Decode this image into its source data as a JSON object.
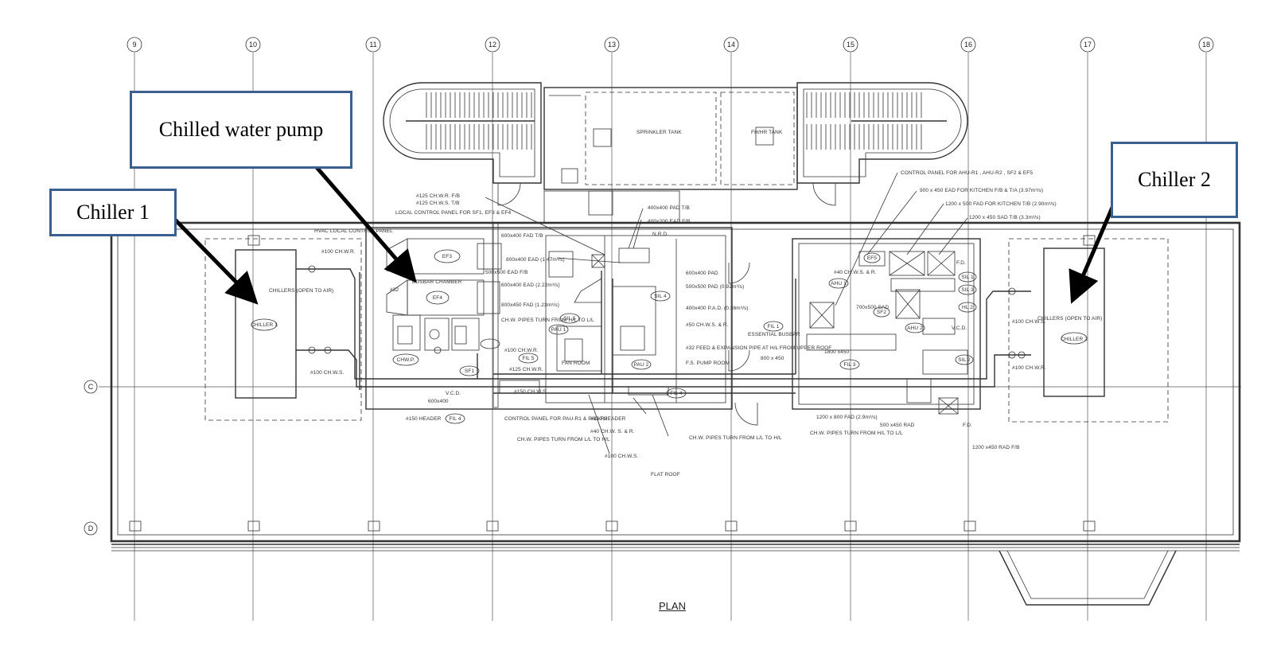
{
  "callouts": {
    "chilled_water_pump": "Chilled water pump",
    "chiller_1": "Chiller 1",
    "chiller_2": "Chiller 2"
  },
  "plan_title": "PLAN",
  "grid_columns": [
    "9",
    "10",
    "11",
    "12",
    "13",
    "14",
    "15",
    "16",
    "17",
    "18"
  ],
  "grid_rows": [
    "C",
    "D"
  ],
  "equipment": {
    "chiller_1": "CHILLER 1",
    "chiller_2": "CHILLER 2",
    "chillers_open_left": "CHILLERS (OPEN TO AIR)",
    "chillers_open_right": "CHILLERS (OPEN TO AIR)",
    "sprinkler_tank": "SPRINKLER TANK",
    "fh_hr_tank": "FH/HR TANK",
    "busbar_chamber": "BUSBAR CHAMBER",
    "fan_room": "FAN ROOM",
    "fs_pump_room": "F.S. PUMP ROOM",
    "flat_roof": "FLAT ROOF",
    "essential_busbar": "ESSENTIAL BUSBAR",
    "hvac_local_panel": "HVAC LOCAL CONTROL PANEL",
    "chwp": "CHW.P.",
    "ef3": "EF3",
    "ef4": "EF4",
    "ef5": "EF5",
    "sf1": "SF1",
    "sf2": "SF2",
    "ahu1": "AHU 1",
    "ahu2": "AHU 2",
    "pau1": "PAU 1",
    "pau2": "PAU 2",
    "fil1": "FIL 1",
    "fil3": "FIL 3",
    "fil4": "FIL 4",
    "fil5": "FIL 5",
    "sil1": "SIL 1",
    "sil2": "SIL 2",
    "sil3": "SIL 3",
    "sil4": "SIL 4",
    "sil5": "SIL 5",
    "hl2": "HL 2"
  },
  "notes": {
    "chwr_125": "#125 CH.W.R. F/B",
    "chws_125": "#125 CH.W.S. T/B",
    "local_panel": "LOCAL CONTROL PANEL FOR SF1, EF3 & EF4",
    "fad_600x400": "600x400 FAD T/B",
    "ead_800x400": "800x400 EAD (1.47m³/s)",
    "ead_500x500": "500x500 EAD F/B",
    "ead_600x400": "600x400 EAD (2.22m³/s)",
    "fad_800x450": "800x450 FAD (1.23m³/s)",
    "chw_pipes_hl_ll": "CH.W. PIPES TURN FROM H/L TO L/L",
    "chwr_100_a": "#100 CH.W.R.",
    "chws_100_a": "#100 CH.W.S.",
    "n32": "#32",
    "pad_400": "400x400 PAD T/B",
    "ead_400x200": "400x200 EAD F/B",
    "nrd": "N.R.D.",
    "pad_600x400": "600x400 PAD",
    "pad_500x500": "500x500 PAD (0.92m³/s)",
    "pad_400x400": "400x400 P.A.D. (0.36m³/s)",
    "chws_50": "#50 CH.W.S. & R.",
    "feed_pipe": "#32 FEED & EXPANSION PIPE AT H/L FROM UPPER ROOF",
    "chwr_125_b": "#125 CH.W.R.",
    "chws_150": "#150 CH.W.S.",
    "header_150_a": "#150 HEADER",
    "header_150_b": "#150 HEADER",
    "chws_40": "#40 CH.W. S. & R.",
    "ctrl_panel_pau": "CONTROL PANEL FOR PAU-R1 & PAU-R2",
    "chw_pipes_ll_hl_a": "CH.W. PIPES TURN FROM L/L TO H/L",
    "chws_100_b": "#100 CH.W.S.",
    "chw_pipes_ll_hl_b": "CH.W. PIPES TURN FROM L/L TO H/L",
    "vcd_a": "V.C.D.",
    "size_600x400": "600x400",
    "size_1000_wr": "#100 CH.W.R.",
    "ctrl_panel_ahu": "CONTROL PANEL FOR AHU-R1 , AHU-R2 , SF2 & EF5",
    "ead_900x450": "900 x 450 EAD FOR KITCHEN F/B & T/A (3.97m³/s)",
    "fad_1200x500": "1200 x 500 FAD FOR KITCHEN T/B (2.90m³/s)",
    "sad_1200x450": "1200 x 450 SAD T/B (3.3m³/s)",
    "chws_40_b": "#40 CH.W.S. & R.",
    "sad_700x500": "700x500 SAD",
    "size_800x450": "800 x 450",
    "size_1800x450": "1800 x450",
    "fd_a": "F.D.",
    "fd_b": "F.D.",
    "vcd_b": "V.C.D.",
    "fad_1200x800": "1200 x 800 FAD (2.9m³/s)",
    "chw_pipes_hl_ll_b": "CH.W. PIPES TURN FROM H/L TO L/L",
    "rad_500x450": "500 x450 RAD",
    "rad_1200x450": "1200 x450 RAD F/B",
    "chws_100_c": "#100 CH.W.S.",
    "chwr_100_c": "#100 CH.W.R."
  }
}
